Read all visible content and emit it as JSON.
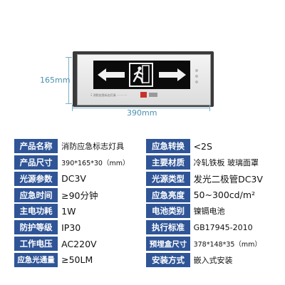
{
  "dimensions": {
    "height_label": "165mm",
    "width_label": "390mm"
  },
  "sign": {
    "brand_text": "Ξ 消防应急标志灯具 ··· ··· ···"
  },
  "specs": [
    {
      "left_label": "产品名称",
      "left_value": "消防应急标志灯具",
      "right_label": "应急转换",
      "right_value": "<2S"
    },
    {
      "left_label": "产品尺寸",
      "left_value": "390*165*30（mm）",
      "right_label": "主要材质",
      "right_value": "冷轧铁板 玻璃面罩"
    },
    {
      "left_label": "光源参数",
      "left_value": "DC3V",
      "right_label": "光源类型",
      "right_value": "发光二极管DC3V"
    },
    {
      "left_label": "应急时间",
      "left_value": "≥90分钟",
      "right_label": "应急亮度",
      "right_value": "50~300cd/m²"
    },
    {
      "left_label": "主电功耗",
      "left_value": "1W",
      "right_label": "电池类别",
      "right_value": "镍镉电池"
    },
    {
      "left_label": "防护等级",
      "left_value": "IP30",
      "right_label": "执行标准",
      "right_value": "GB17945-2010"
    },
    {
      "left_label": "工作电压",
      "left_value": "AC220V",
      "right_label": "预埋盒尺寸",
      "right_value": "378*148*35（mm）"
    },
    {
      "left_label": "应急光通量",
      "left_value": "≥50LM",
      "right_label": "安装方式",
      "right_value": "嵌入式安装"
    }
  ],
  "colors": {
    "label_bg": "#2f5597",
    "label_text": "#ffffff"
  }
}
